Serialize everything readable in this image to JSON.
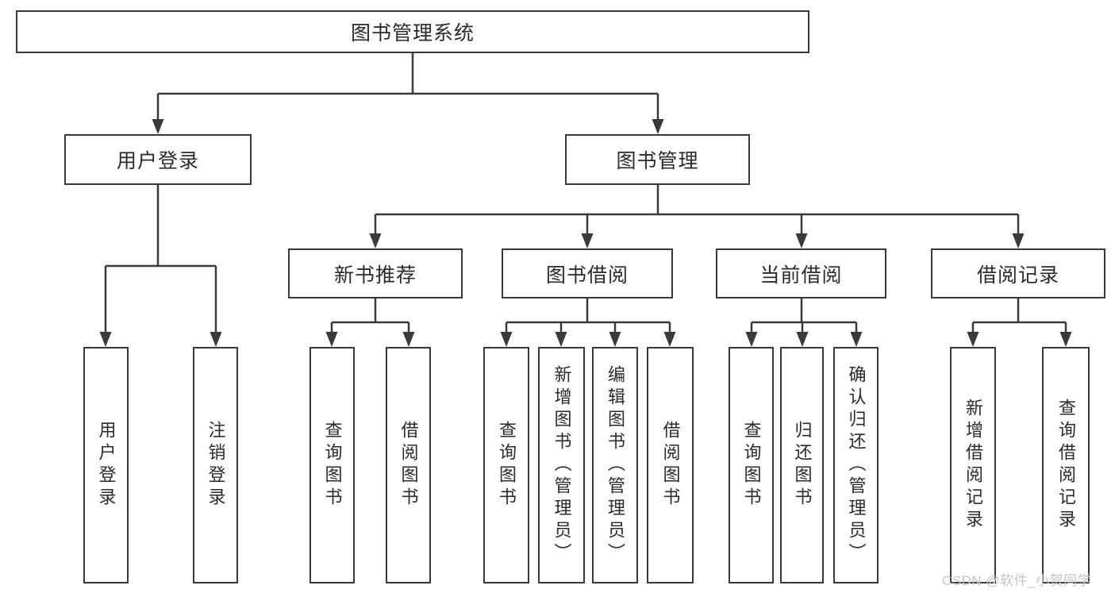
{
  "diagram": {
    "title": "图书管理系统",
    "tree": {
      "label": "图书管理系统",
      "children": [
        {
          "label": "用户登录",
          "children": [
            {
              "label": "用户登录"
            },
            {
              "label": "注销登录"
            }
          ]
        },
        {
          "label": "图书管理",
          "children": [
            {
              "label": "新书推荐",
              "children": [
                {
                  "label": "查询图书"
                },
                {
                  "label": "借阅图书"
                }
              ]
            },
            {
              "label": "图书借阅",
              "children": [
                {
                  "label": "查询图书"
                },
                {
                  "label": "新增图书（管理员）"
                },
                {
                  "label": "编辑图书（管理员）"
                },
                {
                  "label": "借阅图书"
                }
              ]
            },
            {
              "label": "当前借阅",
              "children": [
                {
                  "label": "查询图书"
                },
                {
                  "label": "归还图书"
                },
                {
                  "label": "确认归还（管理员）"
                }
              ]
            },
            {
              "label": "借阅记录",
              "children": [
                {
                  "label": "新增借阅记录"
                },
                {
                  "label": "查询借阅记录"
                }
              ]
            }
          ]
        }
      ]
    },
    "colors": {
      "line": "#3a3a3a",
      "box_border": "#3a3a3a",
      "box_fill": "#ffffff",
      "text": "#2b2b2b",
      "background": "#ffffff"
    }
  },
  "watermark": {
    "text": "CSDN @软件_小贺同学",
    "color": "#c5c5c5"
  }
}
